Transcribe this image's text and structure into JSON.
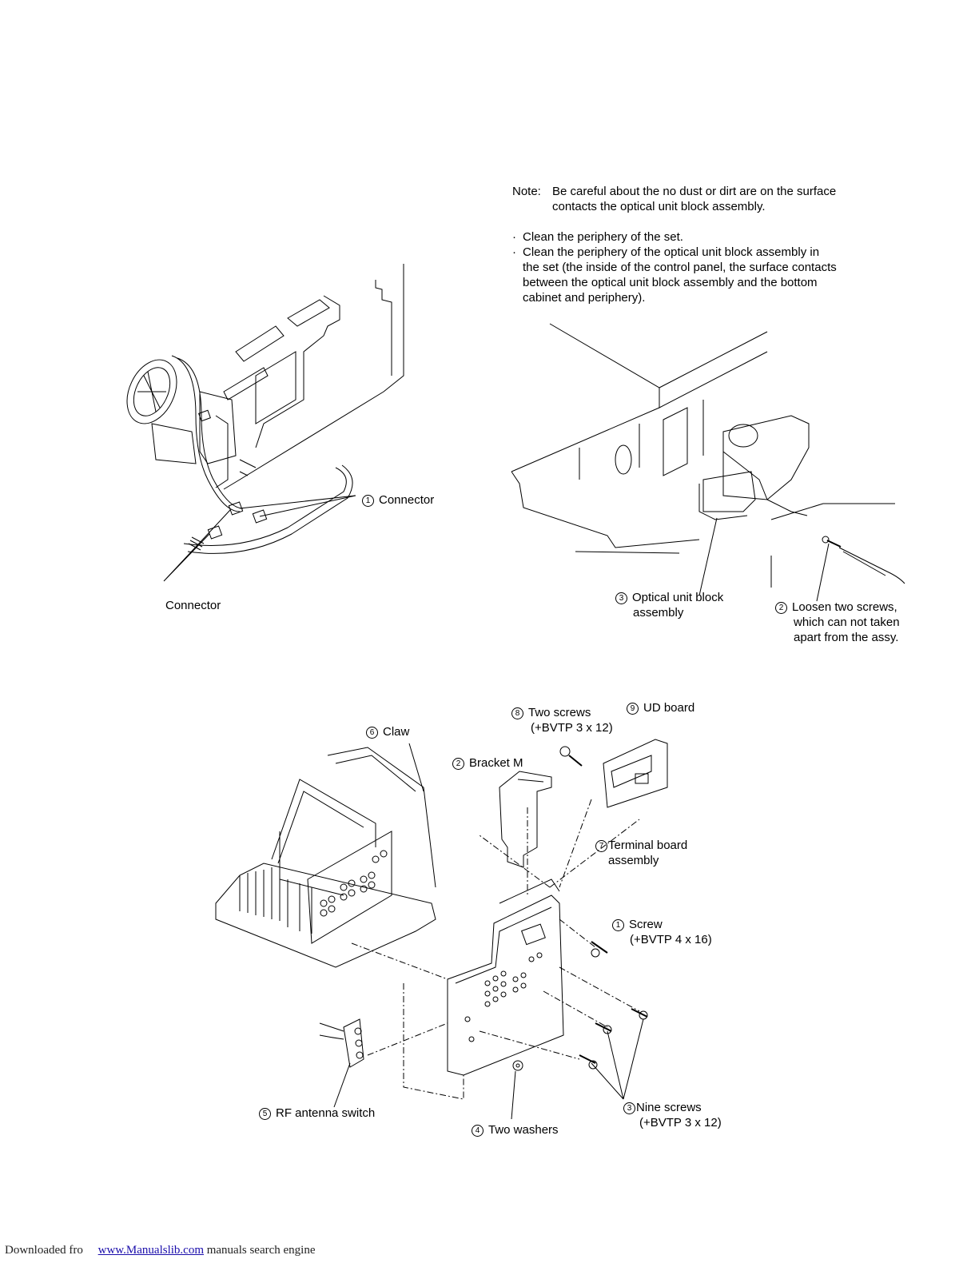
{
  "note": {
    "label": "Note:",
    "line1": "Be careful about the no dust or dirt are on the surface",
    "line2": "contacts the optical unit block assembly."
  },
  "bullets": [
    "Clean the periphery of the set.",
    "Clean the periphery of the optical unit block assembly in",
    "the set (the inside of the control panel, the surface contacts",
    "between the optical unit block assembly and the bottom",
    "cabinet and periphery)."
  ],
  "fig1": {
    "connector_num": "1",
    "connector_label": "Connector",
    "connector2_label": "Connector"
  },
  "fig2": {
    "optical_num": "3",
    "optical_l1": "Optical unit block",
    "optical_l2": "assembly",
    "loosen_num": "2",
    "loosen_l1": "Loosen two screws,",
    "loosen_l2": "which can not taken",
    "loosen_l3": "apart from the assy."
  },
  "fig3": {
    "two_screws_num": "8",
    "two_screws_l1": "Two screws",
    "two_screws_l2": "(+BVTP 3 x 12)",
    "ud_num": "9",
    "ud_label": "UD board",
    "claw_num": "6",
    "claw_label": "Claw",
    "bracket_num": "2",
    "bracket_label": "Bracket M",
    "terminal_num": "7",
    "terminal_l1": "Terminal board",
    "terminal_l2": "assembly",
    "screw_num": "1",
    "screw_l1": "Screw",
    "screw_l2": "(+BVTP 4 x 16)",
    "rf_num": "5",
    "rf_label": "RF antenna switch",
    "washers_num": "4",
    "washers_label": "Two washers",
    "nine_num": "3",
    "nine_l1": "Nine screws",
    "nine_l2": "(+BVTP 3 x 12)"
  },
  "footer": {
    "prefix": "Downloaded fro",
    "link": "www.Manualslib.com",
    "suffix": " manuals search engine"
  }
}
